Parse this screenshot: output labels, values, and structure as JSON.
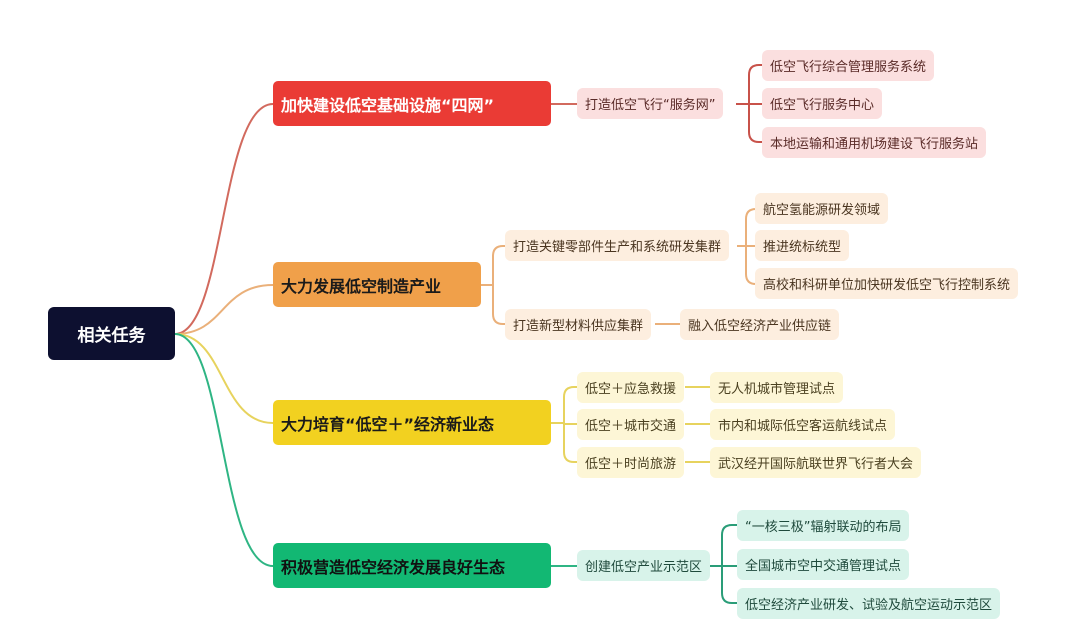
{
  "root": {
    "label": "相关任务"
  },
  "branches": [
    {
      "label": "加快建设低空基础设施“四网”",
      "children": [
        {
          "label": "打造低空飞行“服务网”",
          "children": [
            "低空飞行综合管理服务系统",
            "低空飞行服务中心",
            "本地运输和通用机场建设飞行服务站"
          ]
        }
      ]
    },
    {
      "label": "大力发展低空制造产业",
      "children": [
        {
          "label": "打造关键零部件生产和系统研发集群",
          "children": [
            "航空氢能源研发领域",
            "推进统标统型",
            "高校和科研单位加快研发低空飞行控制系统"
          ]
        },
        {
          "label": "打造新型材料供应集群",
          "children": [
            "融入低空经济产业供应链"
          ]
        }
      ]
    },
    {
      "label": "大力培育“低空＋”经济新业态",
      "children": [
        {
          "label": "低空＋应急救援",
          "children": [
            "无人机城市管理试点"
          ]
        },
        {
          "label": "低空＋城市交通",
          "children": [
            "市内和城际低空客运航线试点"
          ]
        },
        {
          "label": "低空＋时尚旅游",
          "children": [
            "武汉经开国际航联世界飞行者大会"
          ]
        }
      ]
    },
    {
      "label": "积极营造低空经济发展良好生态",
      "children": [
        {
          "label": "创建低空产业示范区",
          "children": [
            "“一核三极”辐射联动的布局",
            "全国城市空中交通管理试点",
            "低空经济产业研发、试验及航空运动示范区"
          ]
        }
      ]
    }
  ],
  "colors": {
    "root": "#0d1030",
    "red": "#ea3b35",
    "orange": "#f0a04a",
    "yellow": "#f2d120",
    "green": "#12b873"
  }
}
